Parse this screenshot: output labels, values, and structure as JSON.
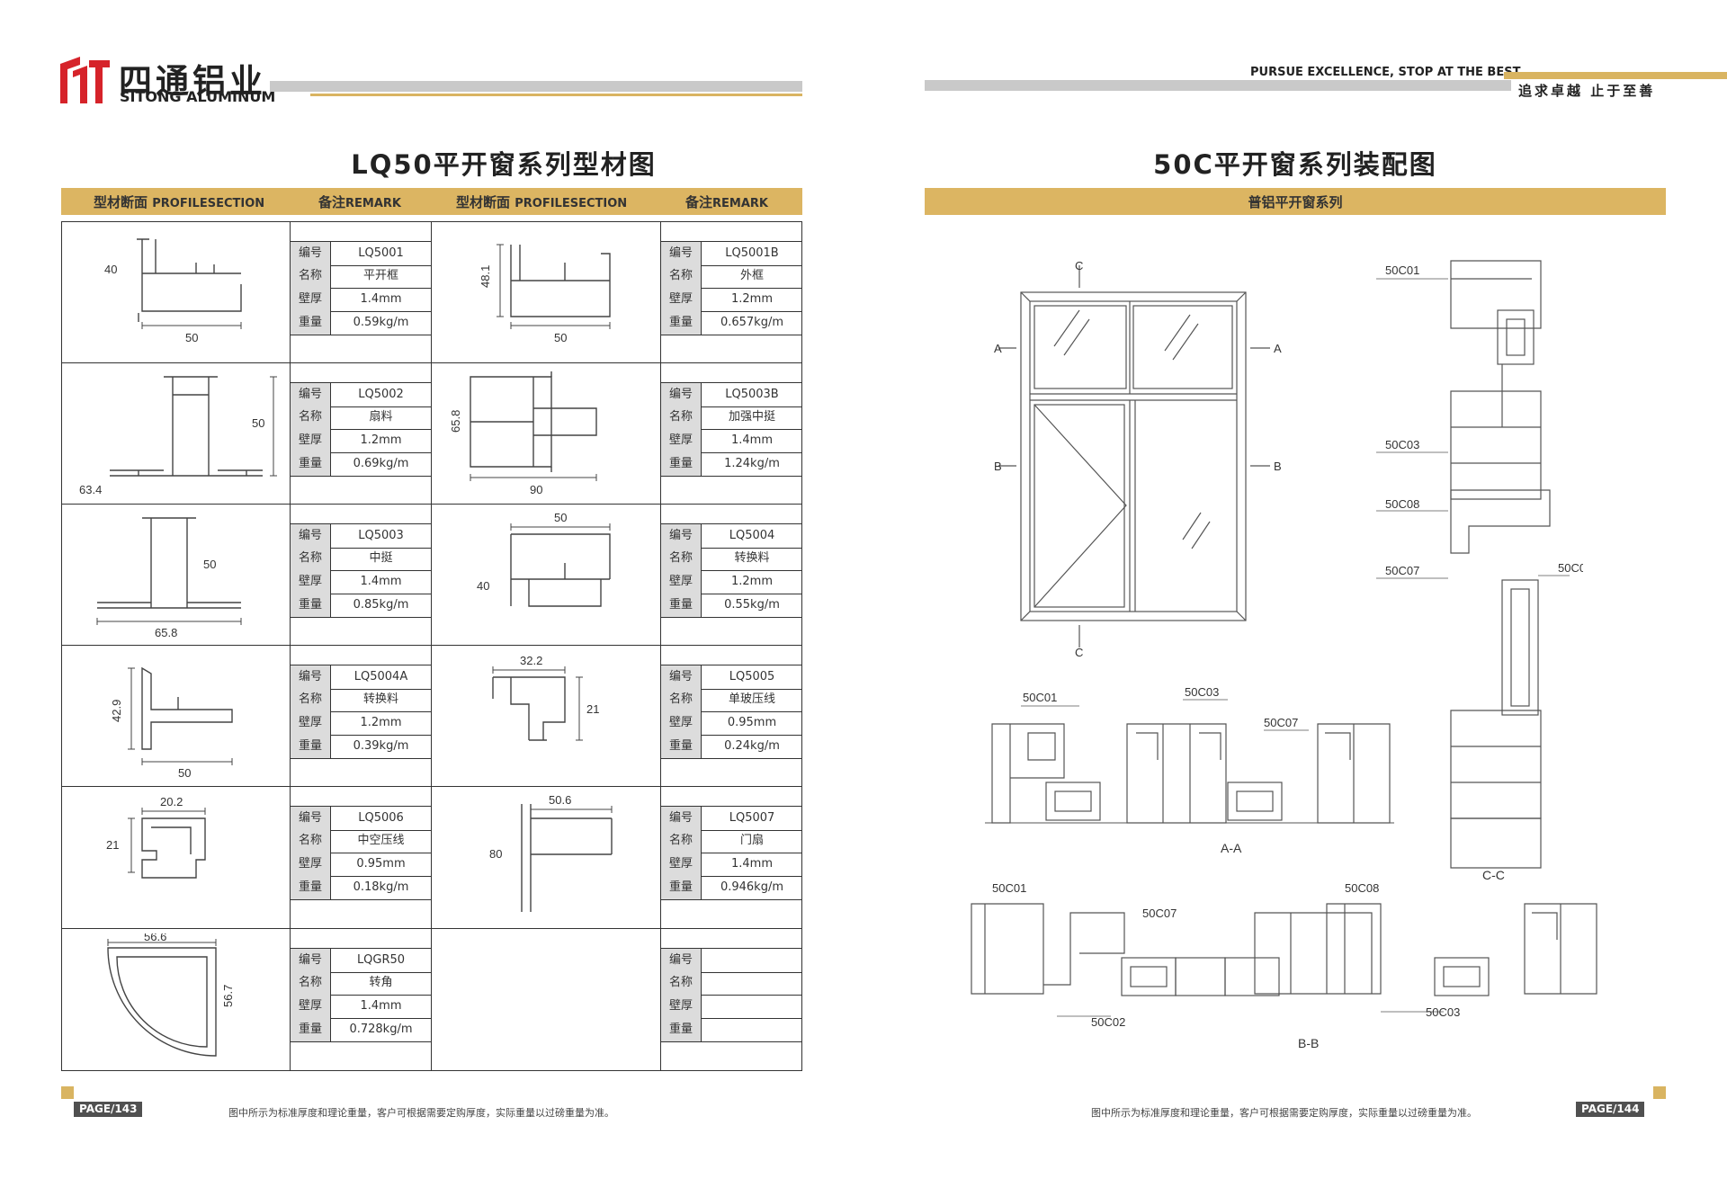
{
  "brand": {
    "cn": "四通铝业",
    "en": "SITONG ALUMINUM"
  },
  "slogan": {
    "en": "PURSUE EXCELLENCE, STOP AT THE BEST",
    "cn": "追求卓越  止于至善"
  },
  "left_title": "LQ50平开窗系列型材图",
  "right_title": "50C平开窗系列装配图",
  "left_band": {
    "section_cn": "型材断面",
    "section_en": "PROFILESECTION",
    "remark_cn": "备注",
    "remark_en": "REMARK"
  },
  "right_band": "普铝平开窗系列",
  "spec_labels": [
    "编号",
    "名称",
    "壁厚",
    "重量"
  ],
  "profiles": [
    {
      "code": "LQ5001",
      "name": "平开框",
      "thickness": "1.4mm",
      "weight": "0.59kg/m",
      "dims": [
        "40",
        "50"
      ]
    },
    {
      "code": "LQ5001B",
      "name": "外框",
      "thickness": "1.2mm",
      "weight": "0.657kg/m",
      "dims": [
        "48.1",
        "50"
      ]
    },
    {
      "code": "LQ5002",
      "name": "扇料",
      "thickness": "1.2mm",
      "weight": "0.69kg/m",
      "dims": [
        "50",
        "63.4"
      ]
    },
    {
      "code": "LQ5003B",
      "name": "加强中挺",
      "thickness": "1.4mm",
      "weight": "1.24kg/m",
      "dims": [
        "65.8",
        "90"
      ]
    },
    {
      "code": "LQ5003",
      "name": "中挺",
      "thickness": "1.4mm",
      "weight": "0.85kg/m",
      "dims": [
        "50",
        "65.8"
      ]
    },
    {
      "code": "LQ5004",
      "name": "转换料",
      "thickness": "1.2mm",
      "weight": "0.55kg/m",
      "dims": [
        "50",
        "40"
      ]
    },
    {
      "code": "LQ5004A",
      "name": "转换料",
      "thickness": "1.2mm",
      "weight": "0.39kg/m",
      "dims": [
        "42.9",
        "50"
      ]
    },
    {
      "code": "LQ5005",
      "name": "单玻压线",
      "thickness": "0.95mm",
      "weight": "0.24kg/m",
      "dims": [
        "32.2",
        "21"
      ]
    },
    {
      "code": "LQ5006",
      "name": "中空压线",
      "thickness": "0.95mm",
      "weight": "0.18kg/m",
      "dims": [
        "20.2",
        "21"
      ]
    },
    {
      "code": "LQ5007",
      "name": "门扇",
      "thickness": "1.4mm",
      "weight": "0.946kg/m",
      "dims": [
        "50.6",
        "80"
      ]
    },
    {
      "code": "LQGR50",
      "name": "转角",
      "thickness": "1.4mm",
      "weight": "0.728kg/m",
      "dims": [
        "56.6",
        "56.7"
      ]
    },
    {
      "code": "",
      "name": "",
      "thickness": "",
      "weight": "",
      "dims": []
    }
  ],
  "assembly": {
    "section_marks": [
      "A",
      "B",
      "C"
    ],
    "views": [
      "A-A",
      "B-B",
      "C-C"
    ],
    "parts": [
      "50C01",
      "50C02",
      "50C03",
      "50C07",
      "50C08"
    ]
  },
  "footer": {
    "note": "图中所示为标准厚度和理论重量，客户可根据需要定购厚度，实际重量以过磅重量为准。",
    "page_left": "PAGE/143",
    "page_right": "PAGE/144"
  }
}
